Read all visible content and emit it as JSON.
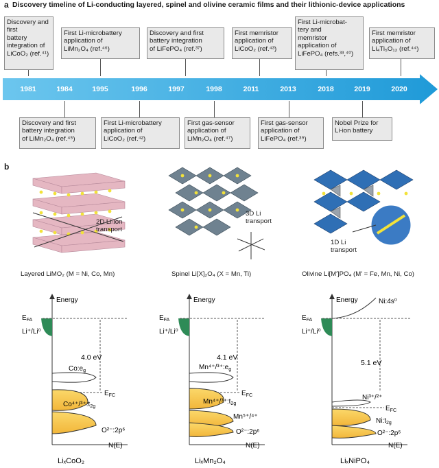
{
  "panel_a": {
    "letter": "a",
    "title": "Discovery timeline of Li-conducting layered, spinel and olivine ceramic films and their lithionic-device applications",
    "years": [
      "1981",
      "1984",
      "1995",
      "1996",
      "1997",
      "1998",
      "2011",
      "2013",
      "2018",
      "2019",
      "2020"
    ],
    "top_boxes": [
      [
        "Discovery and",
        "first",
        "battery",
        "integration of",
        "LiCoO₂ (ref.⁴¹)"
      ],
      [
        "First Li-microbattery",
        "application of",
        "LiMn₂O₄ (ref.⁴⁶)"
      ],
      [
        "Discovery and first",
        "battery integration",
        "of LiFePO₄ (ref.³⁷)"
      ],
      [
        "First memristor",
        "application of",
        "LiCoO₂ (ref.⁴³)"
      ],
      [
        "First Li-microbat-",
        "tery and",
        "memristor",
        "application of",
        "LiFePO₄ (refs.³³,⁴⁰)"
      ],
      [
        "First memristor",
        "application of",
        "Li₄Ti₅O₁₂ (ref.⁴⁴)"
      ]
    ],
    "bottom_boxes": [
      [
        "Discovery and first",
        "battery integration",
        "of LiMn₂O₄ (ref.⁴⁵)"
      ],
      [
        "First Li-microbattery",
        "application of",
        "LiCoO₂ (ref.⁴²)"
      ],
      [
        "First gas-sensor",
        "application of",
        "LiMn₂O₄ (ref.⁴⁷)"
      ],
      [
        "First gas-sensor",
        "application of",
        "LiFePO₄ (ref.³⁹)"
      ],
      [
        "Nobel Prize for",
        "Li-ion battery"
      ]
    ]
  },
  "panel_b": {
    "letter": "b",
    "structures": [
      {
        "transport": [
          "2D Li-ion",
          "transport"
        ],
        "label": "Layered LiMO₂ (M = Ni, Co, Mn)"
      },
      {
        "transport": [
          "3D Li",
          "transport"
        ],
        "label": "Spinel Li[X]₂O₄ (X = Mn, Ti)"
      },
      {
        "transport": [
          "1D Li",
          "transport"
        ],
        "label": "Olivine Li[M′]PO₄ (M′ = Fe, Mn, Ni, Co)"
      }
    ],
    "diagrams": [
      {
        "energy": "Energy",
        "efa": "E",
        "efa_sub": "FA",
        "li": "Li⁺/Li⁰",
        "gap": "4.0 eV",
        "upper": "Co:e",
        "upper_sub": "g",
        "efc": "E",
        "efc_sub": "FC",
        "lower": "Co⁴⁺/³⁺:t",
        "lower_sub": "2g",
        "extra": "",
        "o2p": "O²⁻:2p⁶",
        "ne": "N(E)",
        "formula": "LiₓCoO₂"
      },
      {
        "energy": "Energy",
        "efa": "E",
        "efa_sub": "FA",
        "li": "Li⁺/Li⁰",
        "gap": "4.1 eV",
        "upper": "Mn⁴⁺/³⁺:e",
        "upper_sub": "g",
        "efc": "E",
        "efc_sub": "FC",
        "lower": "Mn⁴⁺/³⁺:t",
        "lower_sub": "2g",
        "extra": "Mn⁵⁺/⁴⁺",
        "o2p": "O²⁻:2p⁶",
        "ne": "N(E)",
        "formula": "LiₓMn₂O₄"
      },
      {
        "energy": "Energy",
        "efa": "E",
        "efa_sub": "FA",
        "li": "Li⁺/Li⁰",
        "gap": "5.1 eV",
        "upper": "Ni:4s⁰",
        "upper_sub": "",
        "efc": "E",
        "efc_sub": "FC",
        "lower": "Ni³⁺/²⁺",
        "lower_sub": "",
        "extra": "Ni:t",
        "extra_sub": "2g",
        "o2p": "O²⁻:2p⁶",
        "ne": "N(E)",
        "formula": "LiₓNiPO₄"
      }
    ]
  },
  "colors": {
    "timeline": "#2aa6df",
    "box": "#e9e9e9",
    "band": "#f6c24d",
    "li_green": "#2e8b57"
  }
}
